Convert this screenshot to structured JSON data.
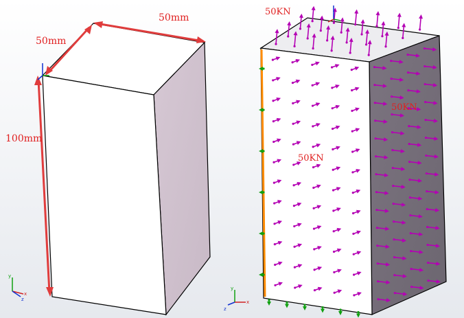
{
  "left_view": {
    "dimensions": {
      "depth": "50mm",
      "width": "50mm",
      "height": "100mm"
    },
    "triad": {
      "x": "x",
      "y": "y",
      "z": "z"
    }
  },
  "right_view": {
    "load_labels": {
      "top": "50KN",
      "right_face": "50KN",
      "front_face": "50KN"
    },
    "triad": {
      "x": "x",
      "y": "y",
      "z": "z"
    }
  },
  "colors": {
    "background": "#ffffff",
    "face_front": "#ffffff",
    "face_side": "#cdbfcc",
    "face_top": "#ffffff",
    "dimension": "#e03c3c",
    "load_arrow": "#b400b4",
    "fixture_edge": "#ff8c00",
    "fixture_arrow": "#10a010"
  }
}
